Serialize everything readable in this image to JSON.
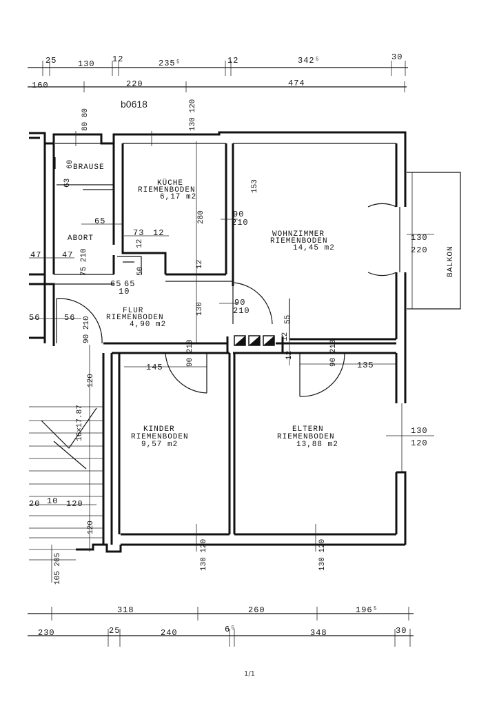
{
  "document": {
    "code": "b0618",
    "page": "1/1"
  },
  "dimensions": {
    "top_row1": [
      "25",
      "130",
      "12",
      "235⁵",
      "12",
      "342⁵",
      "30"
    ],
    "top_row2": [
      "160",
      "220",
      "474"
    ],
    "bottom_row1": [
      "318",
      "260",
      "196⁵"
    ],
    "bottom_row2": [
      "230",
      "25",
      "240",
      "6⁵",
      "348",
      "30"
    ]
  },
  "rooms": {
    "brause": "BRAUSE",
    "abort": "ABORT",
    "kueche": {
      "name": "KÜCHE",
      "floor": "RIEMENBODEN",
      "area": "6,17 m2"
    },
    "wohnzimmer": {
      "name": "WOHNZIMMER",
      "floor": "RIEMENBODEN",
      "area": "14,45 m2"
    },
    "flur": {
      "name": "FLUR",
      "floor": "RIEMENBODEN",
      "area": "4,90 m2"
    },
    "kinder": {
      "name": "KINDER",
      "floor": "RIEMENBODEN",
      "area": "9,57 m2"
    },
    "eltern": {
      "name": "ELTERN",
      "floor": "RIEMENBODEN",
      "area": "13,88 m2"
    },
    "balkon": "BALKON"
  },
  "labels": {
    "v_80_80": "80 80",
    "v_130_120_top": "130 120",
    "v_60": "60",
    "v_63": "63",
    "v_153": "153",
    "v_280": "280",
    "v_12_k": "12",
    "v_12_f": "12",
    "v_75_210": "75 210",
    "v_50": "50",
    "v_130_f": "130",
    "v_55": "55",
    "v_12_12": "12",
    "v_12_c": "12",
    "v_90_210_k": "90 210",
    "v_90_210_e": "90 210",
    "v_90_210_f": "90 210",
    "v_120_s": "120",
    "v_16x17": "16×17.87",
    "v_120_s2": "120",
    "v_105_205": "105 205",
    "v_130_120_k": "130 120",
    "v_130_120_e": "130 120",
    "h_65": "65",
    "h_73": "73",
    "h_12": "12",
    "h_90_210": "90",
    "h_210": "210",
    "h_47a": "47",
    "h_47b": "47",
    "h_56a": "56",
    "h_56b": "56",
    "h_65b": "65",
    "h_65c": "65",
    "h_10": "10",
    "h_145": "145",
    "h_135": "135",
    "h_130_a": "130",
    "h_220_a": "220",
    "h_130_b": "130",
    "h_120_b": "120",
    "h_20": "20",
    "h_10b": "10",
    "h_120c": "120",
    "h_90_d": "90",
    "h_210_d": "210"
  }
}
